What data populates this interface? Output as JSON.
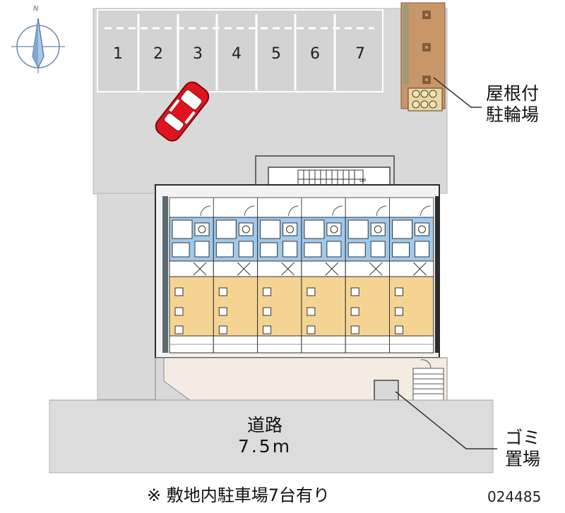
{
  "compass": {
    "north_label": "N"
  },
  "parking": {
    "stalls": [
      "1",
      "2",
      "3",
      "4",
      "5",
      "6",
      "7"
    ]
  },
  "stairs": {
    "up_label": "UP"
  },
  "callouts": {
    "bicycle_parking": {
      "line1": "屋根付",
      "line2": "駐輪場"
    },
    "garbage": {
      "line1": "ゴミ",
      "line2": "置場"
    }
  },
  "road": {
    "name": "道路",
    "width": "7.5m"
  },
  "footer": {
    "note": "※ 敷地内駐車場7台有り",
    "code": "024485"
  },
  "colors": {
    "lot_fill": "#d9d9d9",
    "lot_line": "#ffffff",
    "building_outline": "#2b2b2b",
    "wet_area": "#9fc9ec",
    "room_floor": "#f5d493",
    "bike_shelter": "#c9966a",
    "car_body": "#e0141e",
    "road": "#dcdcdc",
    "compass_fill": "#a9c7e6"
  },
  "icons": [
    "compass-icon",
    "car-icon",
    "bicycle-icon",
    "stairs-icon"
  ]
}
